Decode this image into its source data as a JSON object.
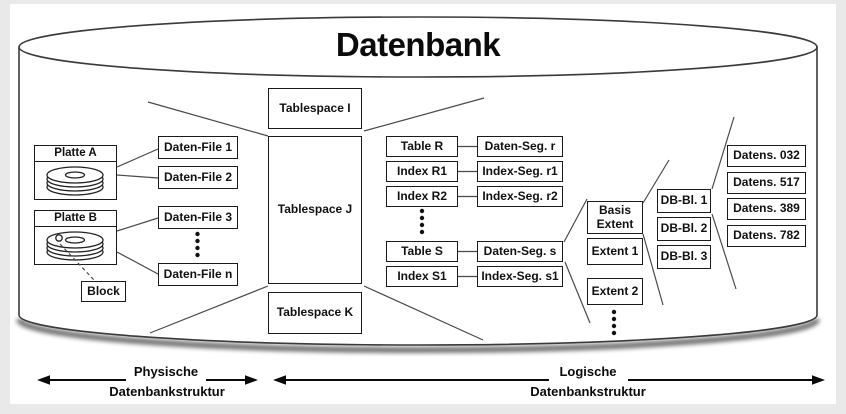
{
  "title": "Datenbank",
  "colors": {
    "ink": "#111111",
    "line": "#4a4a4a",
    "frame_bg": "#e9e9ea",
    "box_bg": "#ffffff"
  },
  "physical": {
    "disks": [
      {
        "label": "Platte A"
      },
      {
        "label": "Platte B"
      }
    ],
    "block_label": "Block",
    "data_files": [
      "Daten-File 1",
      "Daten-File 2",
      "Daten-File 3",
      "Daten-File n"
    ]
  },
  "tablespaces": [
    "Tablespace I",
    "Tablespace J",
    "Tablespace K"
  ],
  "logical": {
    "tables": [
      "Table R",
      "Index R1",
      "Index R2",
      "Table S",
      "Index S1"
    ],
    "segments": [
      "Daten-Seg. r",
      "Index-Seg. r1",
      "Index-Seg. r2",
      "Daten-Seg. s",
      "Index-Seg. s1"
    ],
    "extents": [
      "Basis Extent",
      "Extent 1",
      "Extent 2"
    ],
    "db_blocks": [
      "DB-Bl. 1",
      "DB-Bl. 2",
      "DB-Bl. 3"
    ],
    "records": [
      "Datens. 032",
      "Datens. 517",
      "Datens. 389",
      "Datens. 782"
    ]
  },
  "legend": {
    "physical_line1": "Physische",
    "physical_line2": "Datenbankstruktur",
    "logical_line1": "Logische",
    "logical_line2": "Datenbankstruktur"
  }
}
